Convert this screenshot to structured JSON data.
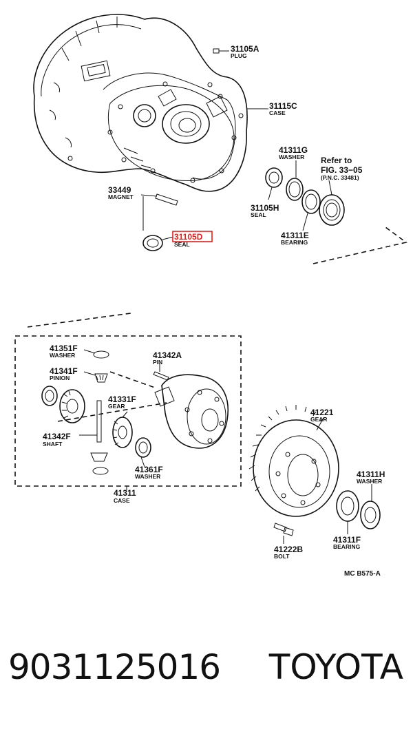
{
  "parts": {
    "p31105A": {
      "number": "31105A",
      "desc": "PLUG"
    },
    "p31115C": {
      "number": "31115C",
      "desc": "CASE"
    },
    "p41311G": {
      "number": "41311G",
      "desc": "WASHER"
    },
    "p33449": {
      "number": "33449",
      "desc": "MAGNET"
    },
    "p31105H": {
      "number": "31105H",
      "desc": "SEAL"
    },
    "p41311E": {
      "number": "41311E",
      "desc": "BEARING"
    },
    "p31105D": {
      "number": "31105D",
      "desc": "SEAL"
    },
    "p41351F": {
      "number": "41351F",
      "desc": "WASHER"
    },
    "p41342A": {
      "number": "41342A",
      "desc": "PIN"
    },
    "p41341F": {
      "number": "41341F",
      "desc": "PINION"
    },
    "p41331F": {
      "number": "41331F",
      "desc": "GEAR"
    },
    "p41342F": {
      "number": "41342F",
      "desc": "SHAFT"
    },
    "p41361F": {
      "number": "41361F",
      "desc": "WASHER"
    },
    "p41311": {
      "number": "41311",
      "desc": "CASE"
    },
    "p41221": {
      "number": "41221",
      "desc": "GEAR"
    },
    "p41311H": {
      "number": "41311H",
      "desc": "WASHER"
    },
    "p41311F": {
      "number": "41311F",
      "desc": "BEARING"
    },
    "p41222B": {
      "number": "41222B",
      "desc": "BOLT"
    }
  },
  "reference": {
    "line1": "Refer to",
    "line2": "FIG. 33−05",
    "line3": "(P.N.C. 33481)"
  },
  "figure_code": "MC B575-A",
  "highlight_color": "#e0201c",
  "footer": {
    "part_number": "9031125016",
    "brand": "TOYOTA"
  }
}
